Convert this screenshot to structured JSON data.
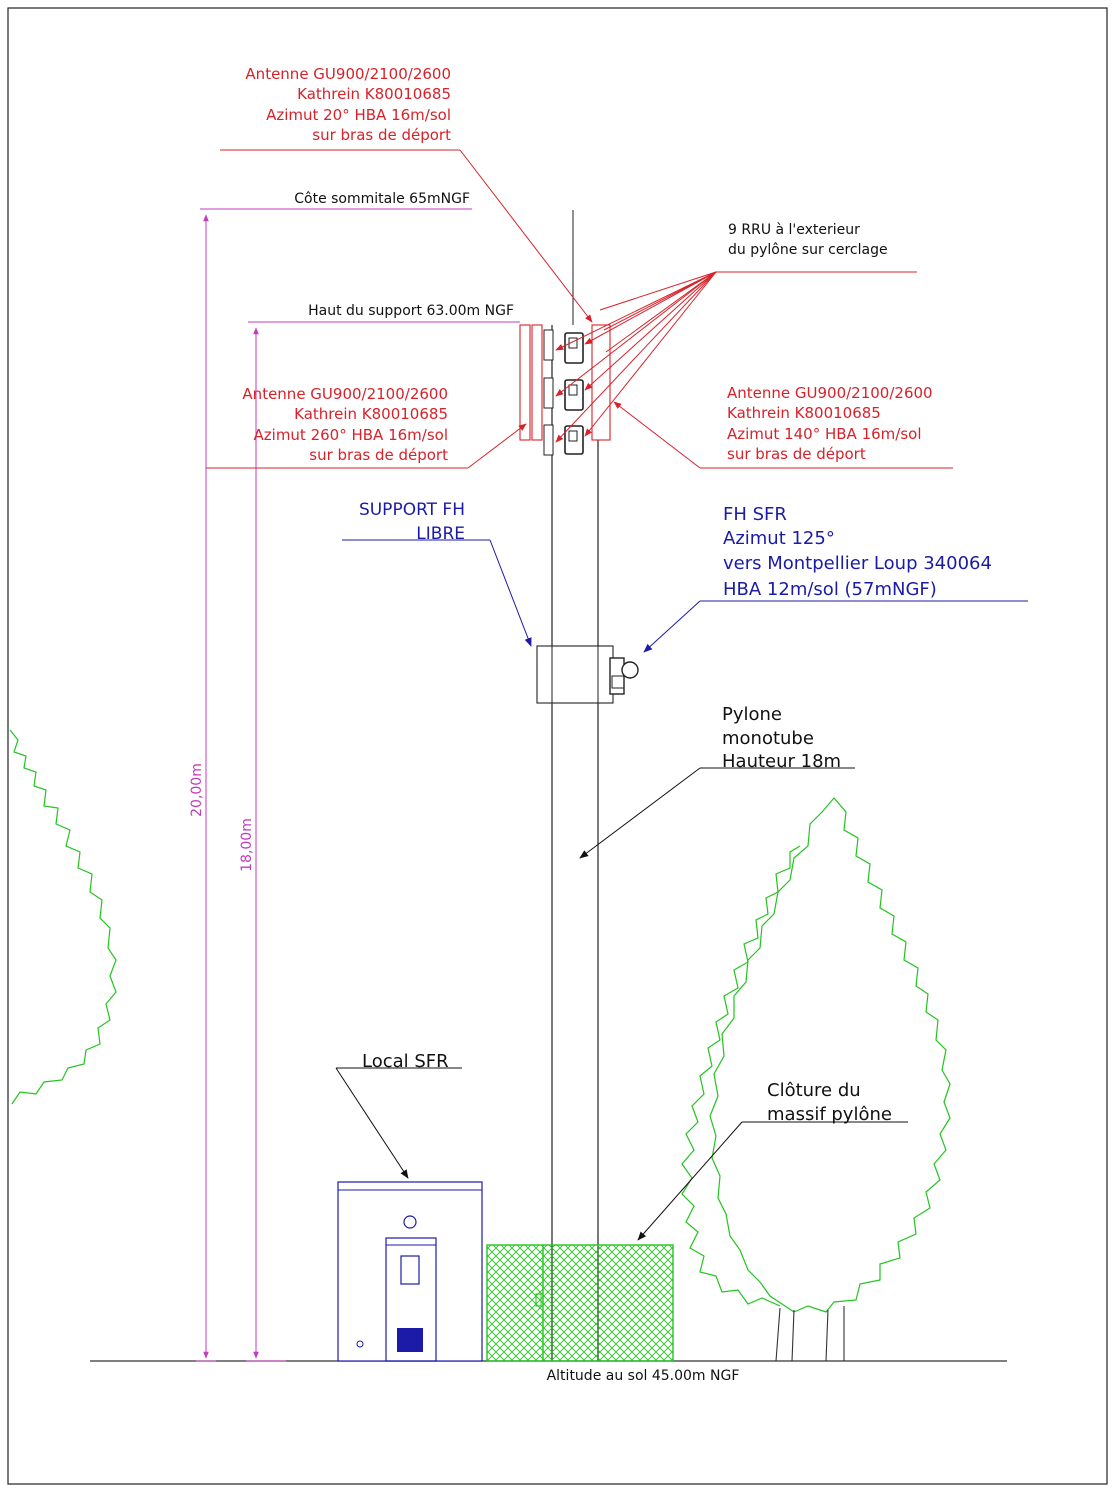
{
  "colors": {
    "red": "#d8222a",
    "blue": "#1b1ba8",
    "magenta": "#c23cc0",
    "green": "#22c41e",
    "black": "#111111"
  },
  "annotations": {
    "antenna_top": [
      "Antenne GU900/2100/2600",
      "Kathrein K80010685",
      "Azimut 20° HBA 16m/sol",
      "sur bras de déport"
    ],
    "summit": "Côte sommitale 65mNGF",
    "rru": [
      "9 RRU à l'exterieur",
      "du pylône sur cerclage"
    ],
    "support_top": "Haut du support 63.00m NGF",
    "antenna_left": [
      "Antenne GU900/2100/2600",
      "Kathrein K80010685",
      "Azimut 260° HBA 16m/sol",
      "sur bras de déport"
    ],
    "antenna_right": [
      "Antenne GU900/2100/2600",
      "Kathrein K80010685",
      "Azimut 140° HBA 16m/sol",
      "sur bras de déport"
    ],
    "support_fh": [
      "SUPPORT FH",
      "LIBRE"
    ],
    "fh_sfr": [
      "FH SFR",
      "Azimut 125°",
      "vers Montpellier Loup 340064",
      "HBA 12m/sol (57mNGF)"
    ],
    "pylone": [
      "Pylone",
      "monotube",
      "Hauteur 18m"
    ],
    "local": "Local SFR",
    "cloture": [
      "Clôture du",
      "massif pylône"
    ],
    "ground": "Altitude au sol 45.00m NGF"
  },
  "dimensions": {
    "total_height": "20,00m",
    "support_height": "18,00m"
  }
}
